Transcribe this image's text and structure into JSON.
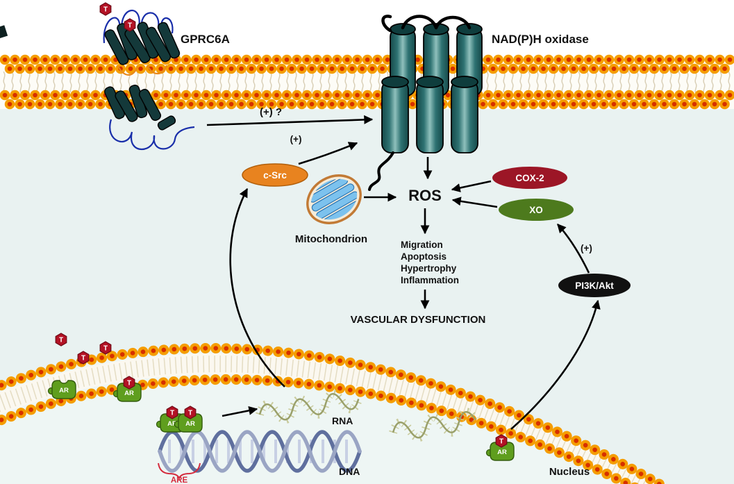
{
  "labels": {
    "receptor": "GPRC6A",
    "oxidase": "NAD(P)H oxidase",
    "activation_unknown": "(+) ?",
    "activation_csrc": "(+)",
    "activation_pi3k": "(+)",
    "csrc": "c-Src",
    "mitochondrion": "Mitochondrion",
    "ros": "ROS",
    "cox2": "COX-2",
    "xo": "XO",
    "pi3k_akt": "PI3K/Akt",
    "effects": [
      "Migration",
      "Apoptosis",
      "Hypertrophy",
      "Inflammation"
    ],
    "outcome": "VASCULAR DYSFUNCTION",
    "rna": "RNA",
    "dna": "DNA",
    "are": "ARE",
    "nucleus": "Nucleus",
    "testosterone": "T",
    "androgen_receptor": "AR"
  },
  "colors": {
    "csrc": "#e8831f",
    "cox2": "#9c1626",
    "xo": "#4d7a1d",
    "pi3k": "#111111",
    "outcome_red": "#ed1c24",
    "are_red": "#d42a3c",
    "testosterone_badge": "#b31225",
    "ar_green": "#5f9e1e",
    "membrane_head_orange": "#f59d00",
    "membrane_head_red": "#d63000",
    "receptor_teal": "#14393a",
    "oxidase_teal": "#2e7272",
    "bg_cytoplasm": "#e9f2f1",
    "bg_nucleus": "#eef6f4"
  }
}
